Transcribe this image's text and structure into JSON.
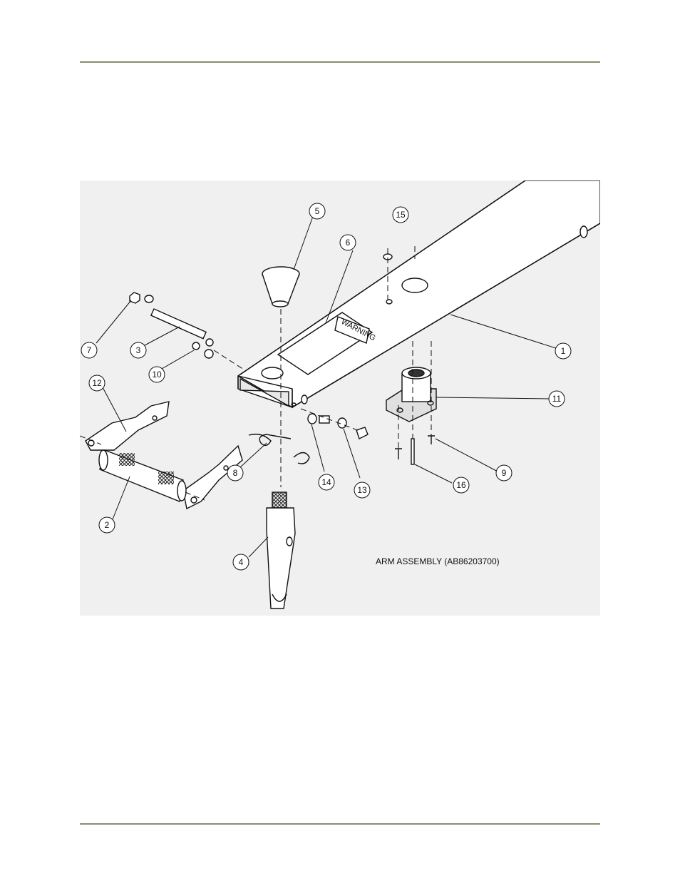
{
  "diagram": {
    "caption": "ARM ASSEMBLY (AB86203700)",
    "decal_text": "WARNING",
    "callouts": [
      "1",
      "2",
      "3",
      "4",
      "5",
      "6",
      "7",
      "8",
      "9",
      "10",
      "11",
      "12",
      "13",
      "14",
      "15",
      "16"
    ]
  },
  "colors": {
    "rule": "#8c8c72",
    "figure_bg": "#f0f0f0",
    "ink": "#111111"
  }
}
